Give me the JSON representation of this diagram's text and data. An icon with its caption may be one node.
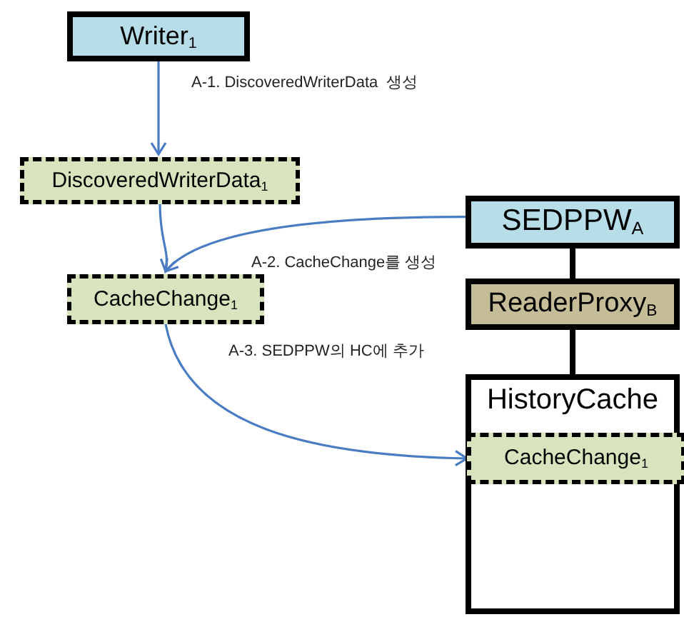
{
  "diagram": {
    "nodes": [
      {
        "text": [
          "Writer$_{1}$"
        ]
      },
      {
        "text": [
          "DiscoveredWriterData$_{1}$"
        ]
      },
      {
        "text": [
          "CacheChange$_{1}$"
        ]
      },
      {
        "text": [
          "SEDPPW$_{A}$"
        ]
      },
      {
        "text": [
          "ReaderProxy$_{B}$"
        ]
      },
      {
        "text": [
          "HistoryCache"
        ]
      },
      {
        "text": [
          "CacheChange$_{1}$"
        ],
        "in": 5
      }
    ],
    "edges": [
      {
        "from": 0,
        "to": 1,
        "arrow": "to",
        "label": "A-1. DiscoveredWriterData  생성"
      },
      {
        "from": 1,
        "to": 2,
        "arrow": "to"
      },
      {
        "from": 3,
        "to": 2,
        "arrow": "to",
        "label": "A-2. CacheChange를 생성"
      },
      {
        "from": 2,
        "to": 6,
        "arrow": "to",
        "label": "A-3. SEDPPW의 HC에 추가"
      },
      {
        "from": 3,
        "to": 4,
        "arrow": "none",
        "style": "thick",
        "color": "#000000"
      },
      {
        "from": 4,
        "to": 5,
        "arrow": "none",
        "style": "thick",
        "color": "#000000"
      }
    ]
  }
}
